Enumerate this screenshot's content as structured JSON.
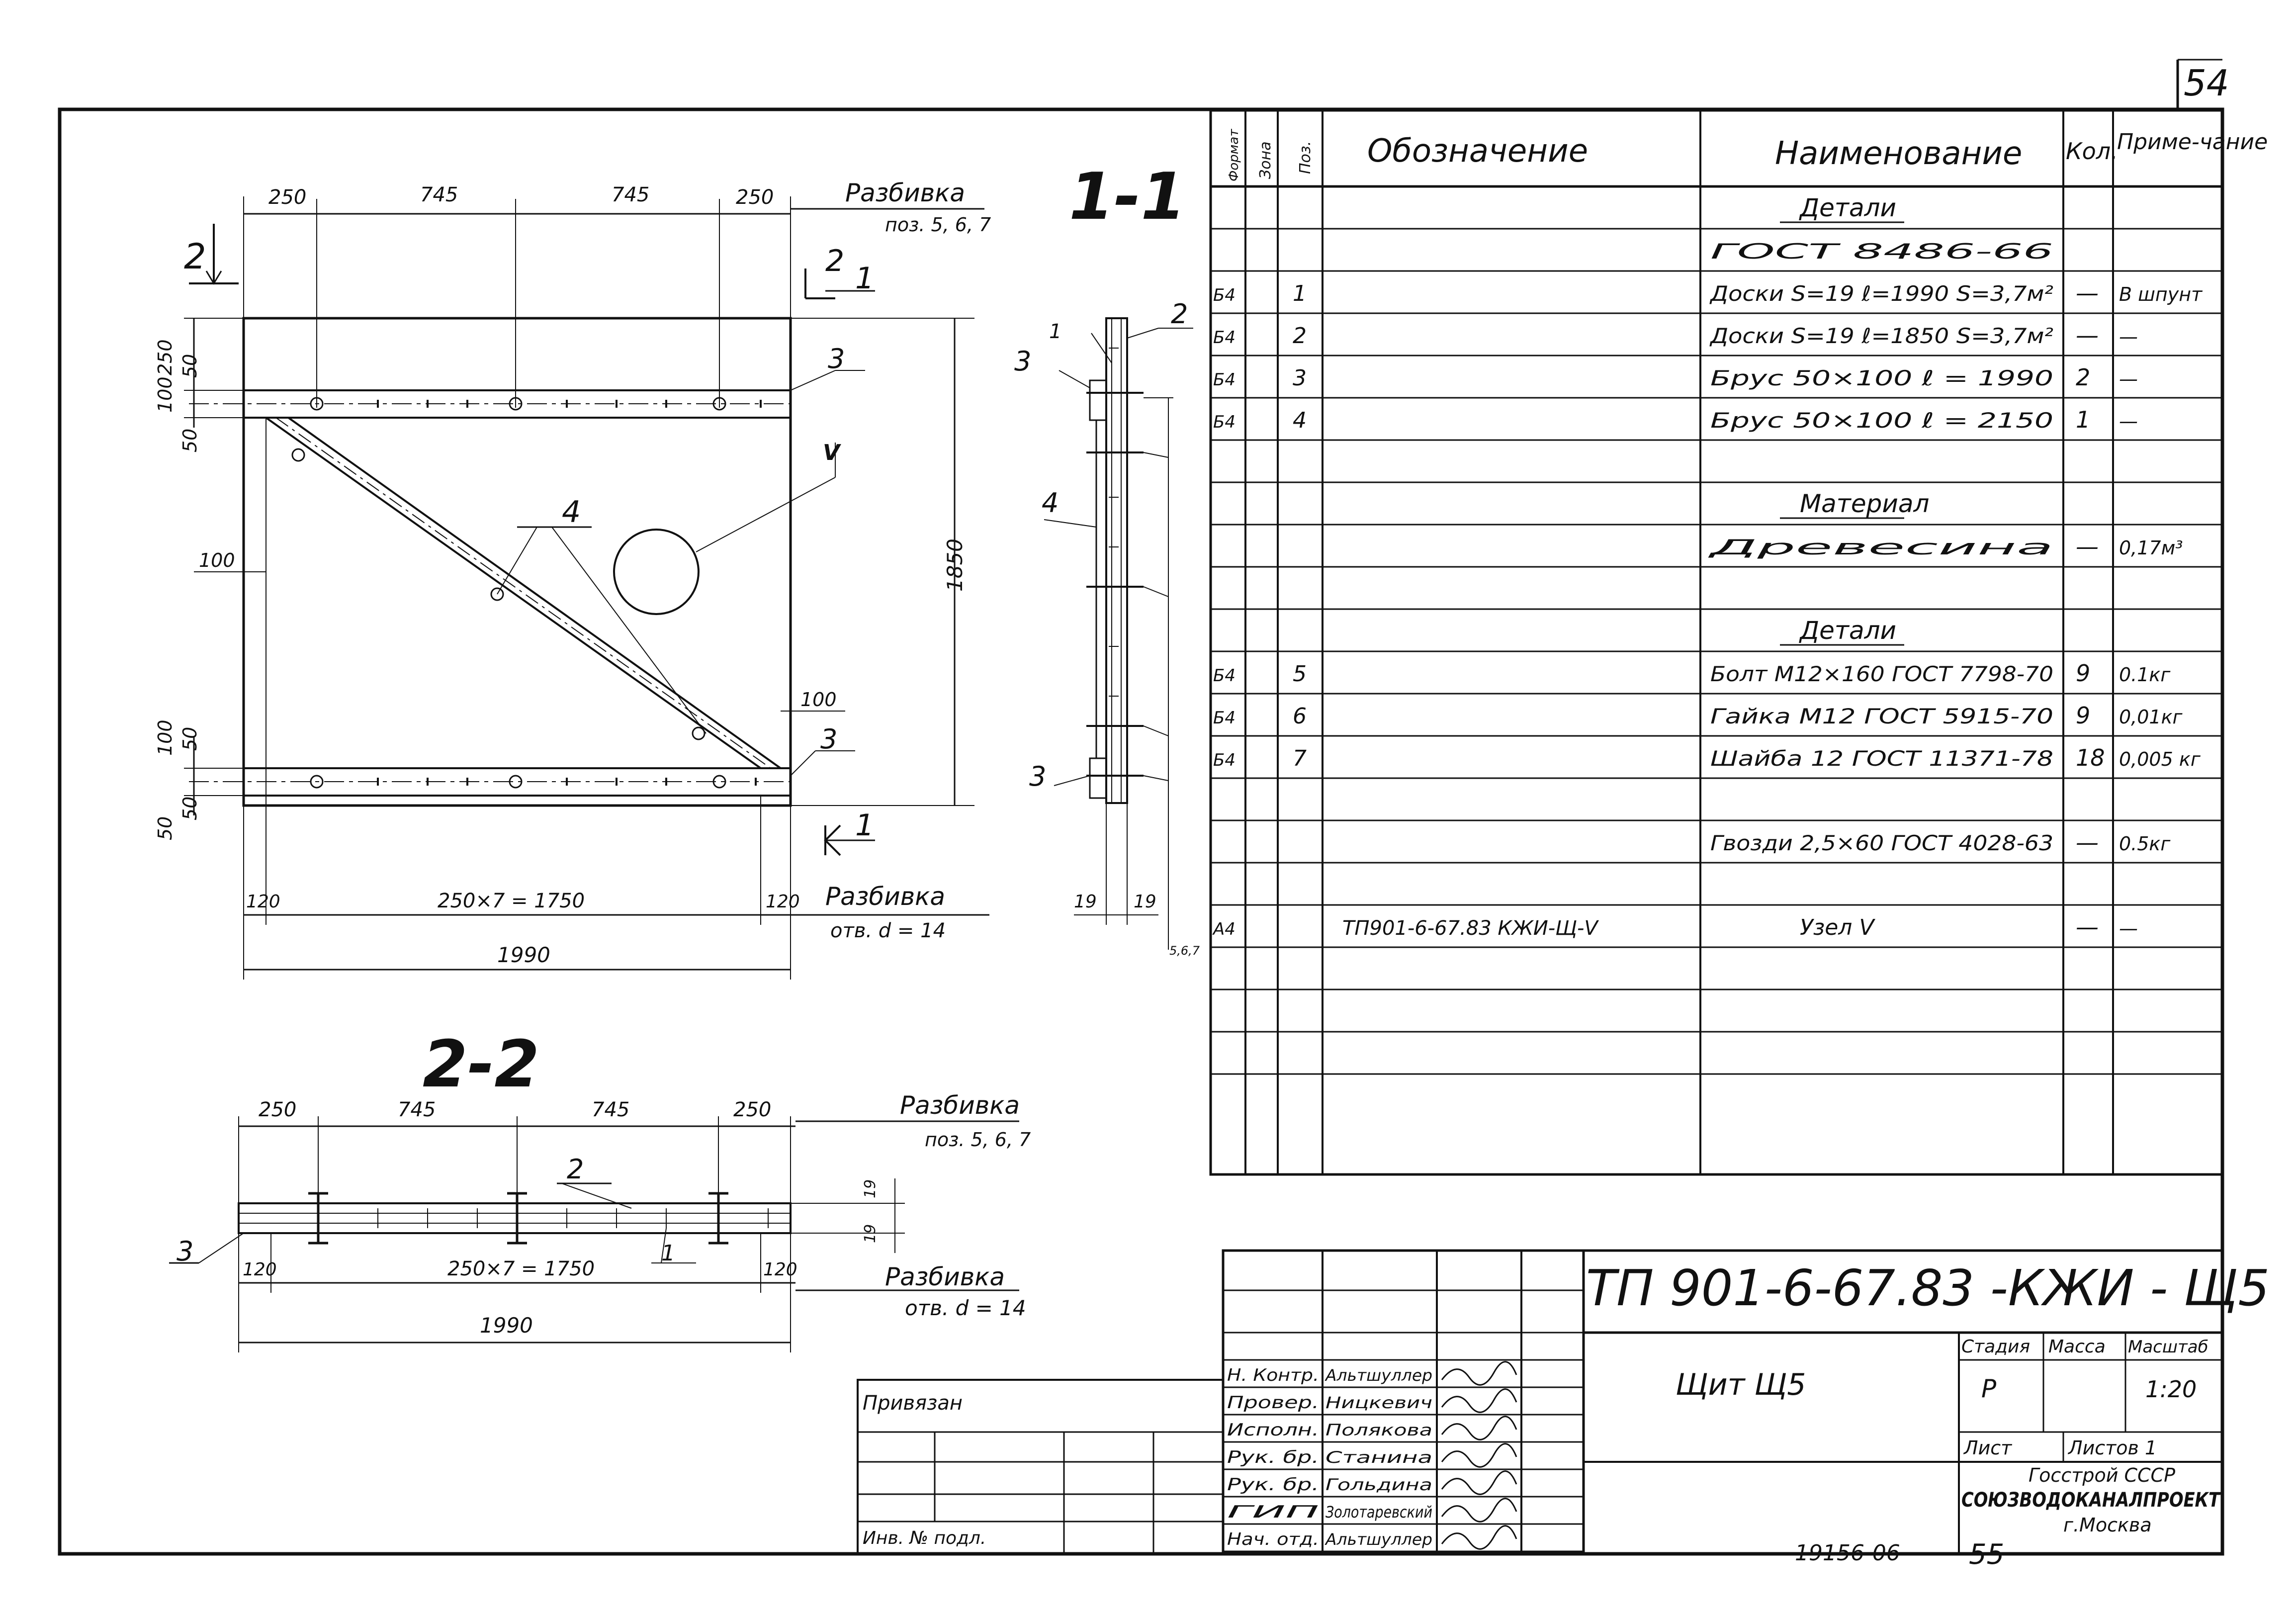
{
  "sheet_number": "54",
  "bottom_archive_number": "19156-06",
  "bottom_page_number": "55",
  "views": {
    "section_1_1": {
      "title": "1-1",
      "top_dims": [
        "250",
        "745",
        "745",
        "250"
      ],
      "top_layout_label": "Разбивка",
      "top_layout_sub": "поз. 5, 6, 7",
      "bottom_dims": [
        "120",
        "250×7 = 1750",
        "120"
      ],
      "bottom_layout_label": "Разбивка",
      "bottom_layout_sub": "отв. d = 14",
      "overall_width": "1990",
      "height_dim": "1850",
      "left_dims_top": [
        "250",
        "50",
        "100",
        "50"
      ],
      "left_dims_bottom": [
        "100",
        "50",
        "50",
        "50"
      ],
      "left_offset": "100",
      "right_offset": "100",
      "cut_mark_2": "2",
      "cut_mark_1": "1",
      "leaders": [
        "3",
        "4",
        "3",
        "1",
        "2",
        "3",
        "4",
        "3"
      ],
      "node_mark": "V",
      "side_dims": [
        "19",
        "19"
      ],
      "side_pos": "5,6,7"
    },
    "section_2_2": {
      "title": "2-2",
      "top_dims": [
        "250",
        "745",
        "745",
        "250"
      ],
      "top_layout_label": "Разбивка",
      "top_layout_sub": "поз. 5, 6, 7",
      "bottom_dims": [
        "120",
        "250×7 = 1750",
        "120"
      ],
      "bottom_layout_label": "Разбивка",
      "bottom_layout_sub": "отв. d = 14",
      "overall_width": "1990",
      "leaders": [
        "2",
        "3",
        "1"
      ],
      "right_dims": [
        "19",
        "19"
      ]
    }
  },
  "spec_table": {
    "headers": [
      "Формат",
      "Зона",
      "Поз.",
      "Обозначение",
      "Наименование",
      "Кол.",
      "Приме-чание"
    ],
    "rows": [
      {
        "fmt": "",
        "zone": "",
        "pos": "",
        "des": "",
        "name": "Детали",
        "qty": "",
        "note": "",
        "heading": true
      },
      {
        "fmt": "",
        "zone": "",
        "pos": "",
        "des": "",
        "name": "ГОСТ 8486-66",
        "qty": "",
        "note": ""
      },
      {
        "fmt": "Б4",
        "zone": "",
        "pos": "1",
        "des": "",
        "name": "Доски S=19  ℓ=1990  S=3,7м²",
        "qty": "—",
        "note": "В шпунт"
      },
      {
        "fmt": "Б4",
        "zone": "",
        "pos": "2",
        "des": "",
        "name": "Доски S=19  ℓ=1850  S=3,7м²",
        "qty": "—",
        "note": "—"
      },
      {
        "fmt": "Б4",
        "zone": "",
        "pos": "3",
        "des": "",
        "name": "Брус 50×100    ℓ = 1990",
        "qty": "2",
        "note": "—"
      },
      {
        "fmt": "Б4",
        "zone": "",
        "pos": "4",
        "des": "",
        "name": "Брус 50×100    ℓ = 2150",
        "qty": "1",
        "note": "—"
      },
      {
        "fmt": "",
        "zone": "",
        "pos": "",
        "des": "",
        "name": "",
        "qty": "",
        "note": ""
      },
      {
        "fmt": "",
        "zone": "",
        "pos": "",
        "des": "",
        "name": "Материал",
        "qty": "",
        "note": "",
        "heading": true
      },
      {
        "fmt": "",
        "zone": "",
        "pos": "",
        "des": "",
        "name": "Древесина",
        "qty": "—",
        "note": "0,17м³"
      },
      {
        "fmt": "",
        "zone": "",
        "pos": "",
        "des": "",
        "name": "",
        "qty": "",
        "note": ""
      },
      {
        "fmt": "",
        "zone": "",
        "pos": "",
        "des": "",
        "name": "Детали",
        "qty": "",
        "note": "",
        "heading": true
      },
      {
        "fmt": "Б4",
        "zone": "",
        "pos": "5",
        "des": "",
        "name": "Болт М12×160  ГОСТ 7798-70",
        "qty": "9",
        "note": "0.1кг"
      },
      {
        "fmt": "Б4",
        "zone": "",
        "pos": "6",
        "des": "",
        "name": "Гайка М12   ГОСТ 5915-70",
        "qty": "9",
        "note": "0,01кг"
      },
      {
        "fmt": "Б4",
        "zone": "",
        "pos": "7",
        "des": "",
        "name": "Шайба 12    ГОСТ 11371-78",
        "qty": "18",
        "note": "0,005 кг"
      },
      {
        "fmt": "",
        "zone": "",
        "pos": "",
        "des": "",
        "name": "",
        "qty": "",
        "note": ""
      },
      {
        "fmt": "",
        "zone": "",
        "pos": "",
        "des": "",
        "name": "Гвозди 2,5×60  ГОСТ 4028-63",
        "qty": "—",
        "note": "0.5кг"
      },
      {
        "fmt": "",
        "zone": "",
        "pos": "",
        "des": "",
        "name": "",
        "qty": "",
        "note": ""
      },
      {
        "fmt": "А4",
        "zone": "",
        "pos": "",
        "des": "ТП901-6-67.83   КЖИ-Щ-V",
        "name": "Узел V",
        "qty": "—",
        "note": "—"
      },
      {
        "fmt": "",
        "zone": "",
        "pos": "",
        "des": "",
        "name": "",
        "qty": "",
        "note": ""
      },
      {
        "fmt": "",
        "zone": "",
        "pos": "",
        "des": "",
        "name": "",
        "qty": "",
        "note": ""
      },
      {
        "fmt": "",
        "zone": "",
        "pos": "",
        "des": "",
        "name": "",
        "qty": "",
        "note": ""
      }
    ]
  },
  "title_block": {
    "doc_code": "ТП 901-6-67.83 -КЖИ - Щ5",
    "item_name": "Щит Щ5",
    "stage_label": "Стадия",
    "mass_label": "Масса",
    "scale_label": "Масштаб",
    "stage_value": "Р",
    "mass_value": "",
    "scale_value": "1:20",
    "sheet_label": "Лист",
    "sheets_label": "Листов 1",
    "org_line1": "Госстрой СССР",
    "org_line2": "СОЮЗВОДОКАНАЛПРОЕКТ",
    "org_line3": "г.Москва",
    "linked_label": "Привязан",
    "inv_label": "Инв. № подл.",
    "signatures": [
      {
        "role": "Н. Контр.",
        "name": "Альтшуллер"
      },
      {
        "role": "Провер.",
        "name": "Ницкевич"
      },
      {
        "role": "Исполн.",
        "name": "Полякова"
      },
      {
        "role": "Рук. бр.",
        "name": "Станина"
      },
      {
        "role": "Рук. бр.",
        "name": "Гольдина"
      },
      {
        "role": "ГИП",
        "name": "Золотаревский"
      },
      {
        "role": "Нач. отд.",
        "name": "Альтшуллер"
      }
    ]
  }
}
